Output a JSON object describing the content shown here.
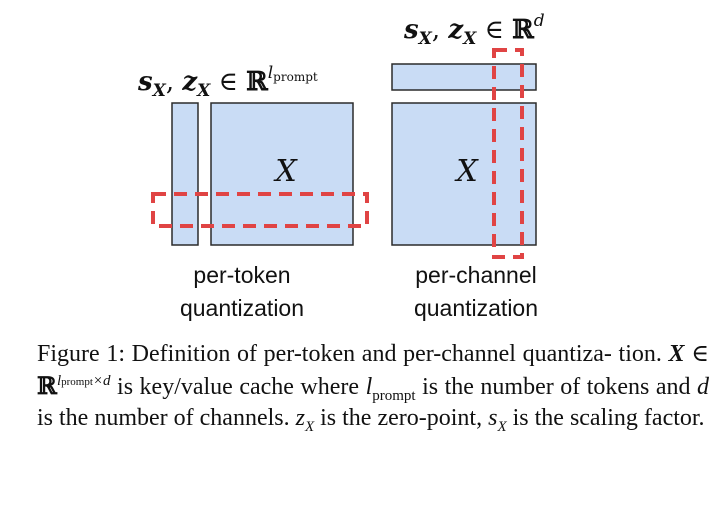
{
  "left_diagram": {
    "vars": "s",
    "sub_x": "X",
    "vars2": "z",
    "in_symbol": "∈",
    "reals": "ℝ",
    "exp_base": "l",
    "exp_sub": "prompt",
    "matrix": "X",
    "label_line1": "per-token",
    "label_line2": "quantization"
  },
  "right_diagram": {
    "vars": "s",
    "sub_x": "X",
    "vars2": "z",
    "in_symbol": "∈",
    "reals": "ℝ",
    "exp": "d",
    "matrix": "X",
    "label_line1": "per-channel",
    "label_line2": "quantization"
  },
  "colors": {
    "fill": "#c9dcf5",
    "stroke": "#2b2b2b",
    "dash": "#e04444"
  },
  "caption": {
    "p1": "Figure 1: Definition of per-token and per-channel quantiza-",
    "p2": "tion.",
    "X": "X",
    "in": "∈",
    "R": "ℝ",
    "l": "l",
    "prompt": "prompt",
    "times_d": "×d",
    "p3": "is key/value cache where",
    "p4": "is the",
    "p5": "number of tokens and",
    "d": "d",
    "p6": "is the number of channels.",
    "z": "z",
    "sub": "X",
    "p7": "is",
    "p8": "the zero-point,",
    "s": "s",
    "p9": "is the scaling factor."
  }
}
